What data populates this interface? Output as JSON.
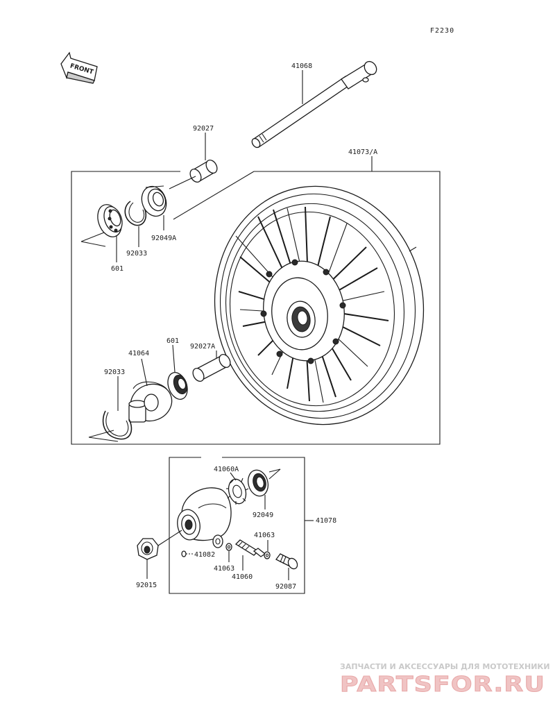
{
  "page_code": "F2230",
  "front_label": "FRONT",
  "parts": {
    "axle": "41068",
    "axle_collar": "92027",
    "wheel": "41073/A",
    "bearing_top": "601",
    "circlip_top": "92033",
    "seal_top": "92049A",
    "speedo_cover": "41064",
    "circlip_bottom": "92033",
    "bearing_bottom": "601",
    "collar_bottom": "92027A",
    "gear_a": "41060A",
    "seal_gearbox": "92049",
    "gearbox_assy": "41078",
    "washer_a": "41063",
    "washer_b": "41063",
    "gear": "41060",
    "nut": "92015",
    "pin": "41082",
    "bushing": "92087"
  },
  "watermark": {
    "tagline": "ЗАПЧАСТИ И АКСЕССУАРЫ ДЛЯ МОТОТЕХНИКИ",
    "logo": "PARTSFOR.RU"
  }
}
